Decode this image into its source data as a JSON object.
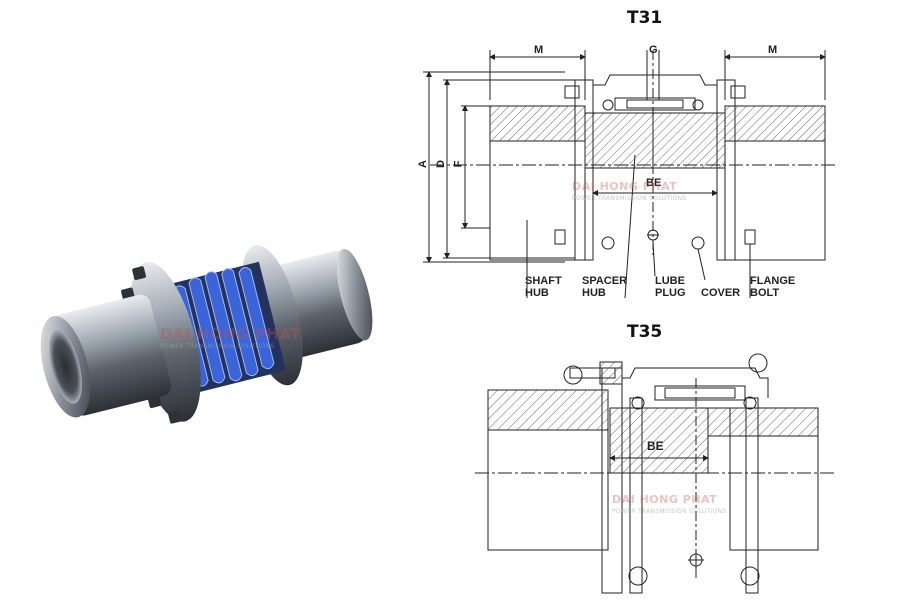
{
  "diagrams": {
    "t31": {
      "title": "T31",
      "dims": {
        "m_left": "M",
        "g": "G",
        "m_right": "M",
        "a": "A",
        "d": "D",
        "f": "F",
        "be": "BE"
      },
      "callouts": {
        "shaft_hub": [
          "SHAFT",
          "HUB"
        ],
        "spacer_hub": [
          "SPACER",
          "HUB"
        ],
        "lube_plug": [
          "LUBE",
          "PLUG"
        ],
        "cover": "COVER",
        "flange_bolt": [
          "FLANGE",
          "BOLT"
        ]
      }
    },
    "t35": {
      "title": "T35",
      "dims": {
        "be": "BE"
      }
    }
  },
  "watermark": {
    "name": "DAI HONG PHAT",
    "tagline": "POWER TRANSMISSION SOLUTIONS"
  },
  "colors": {
    "coupling_blue": "#3a64d8",
    "steel": "#9aa3ad",
    "watermark_red": "#d46a6a"
  }
}
